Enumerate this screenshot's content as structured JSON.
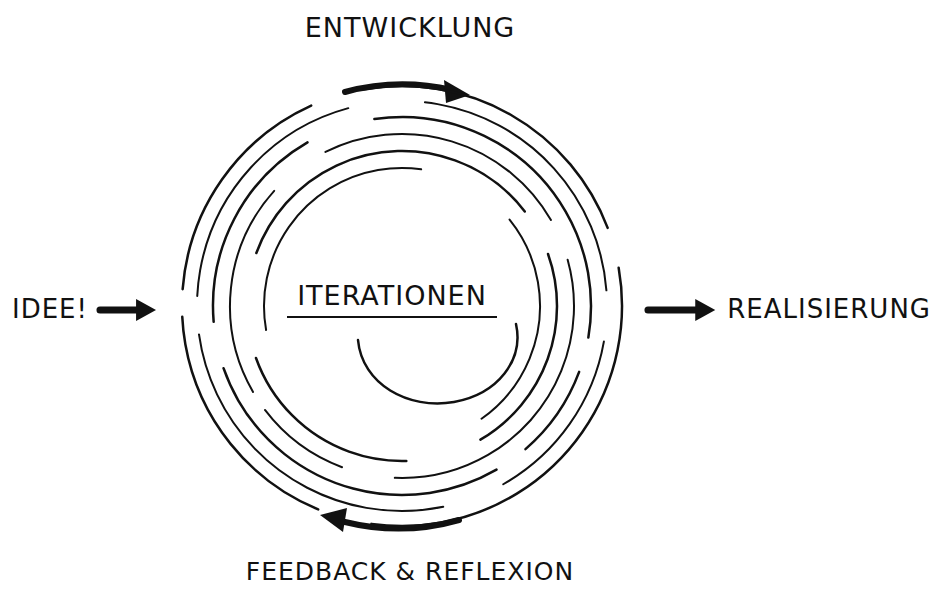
{
  "diagram": {
    "nodes": [
      {
        "text": [
          "IDEE!"
        ]
      },
      {
        "text": [
          "ITERATIONEN"
        ]
      },
      {
        "text": [
          "REALISIERUNG"
        ]
      }
    ],
    "edges": [
      {
        "from": 0,
        "to": 1,
        "arrow": "to"
      },
      {
        "from": 1,
        "to": 2,
        "arrow": "to"
      }
    ],
    "labels": [
      "ENTWICKLUNG",
      "FEEDBACK & REFLEXION"
    ]
  }
}
